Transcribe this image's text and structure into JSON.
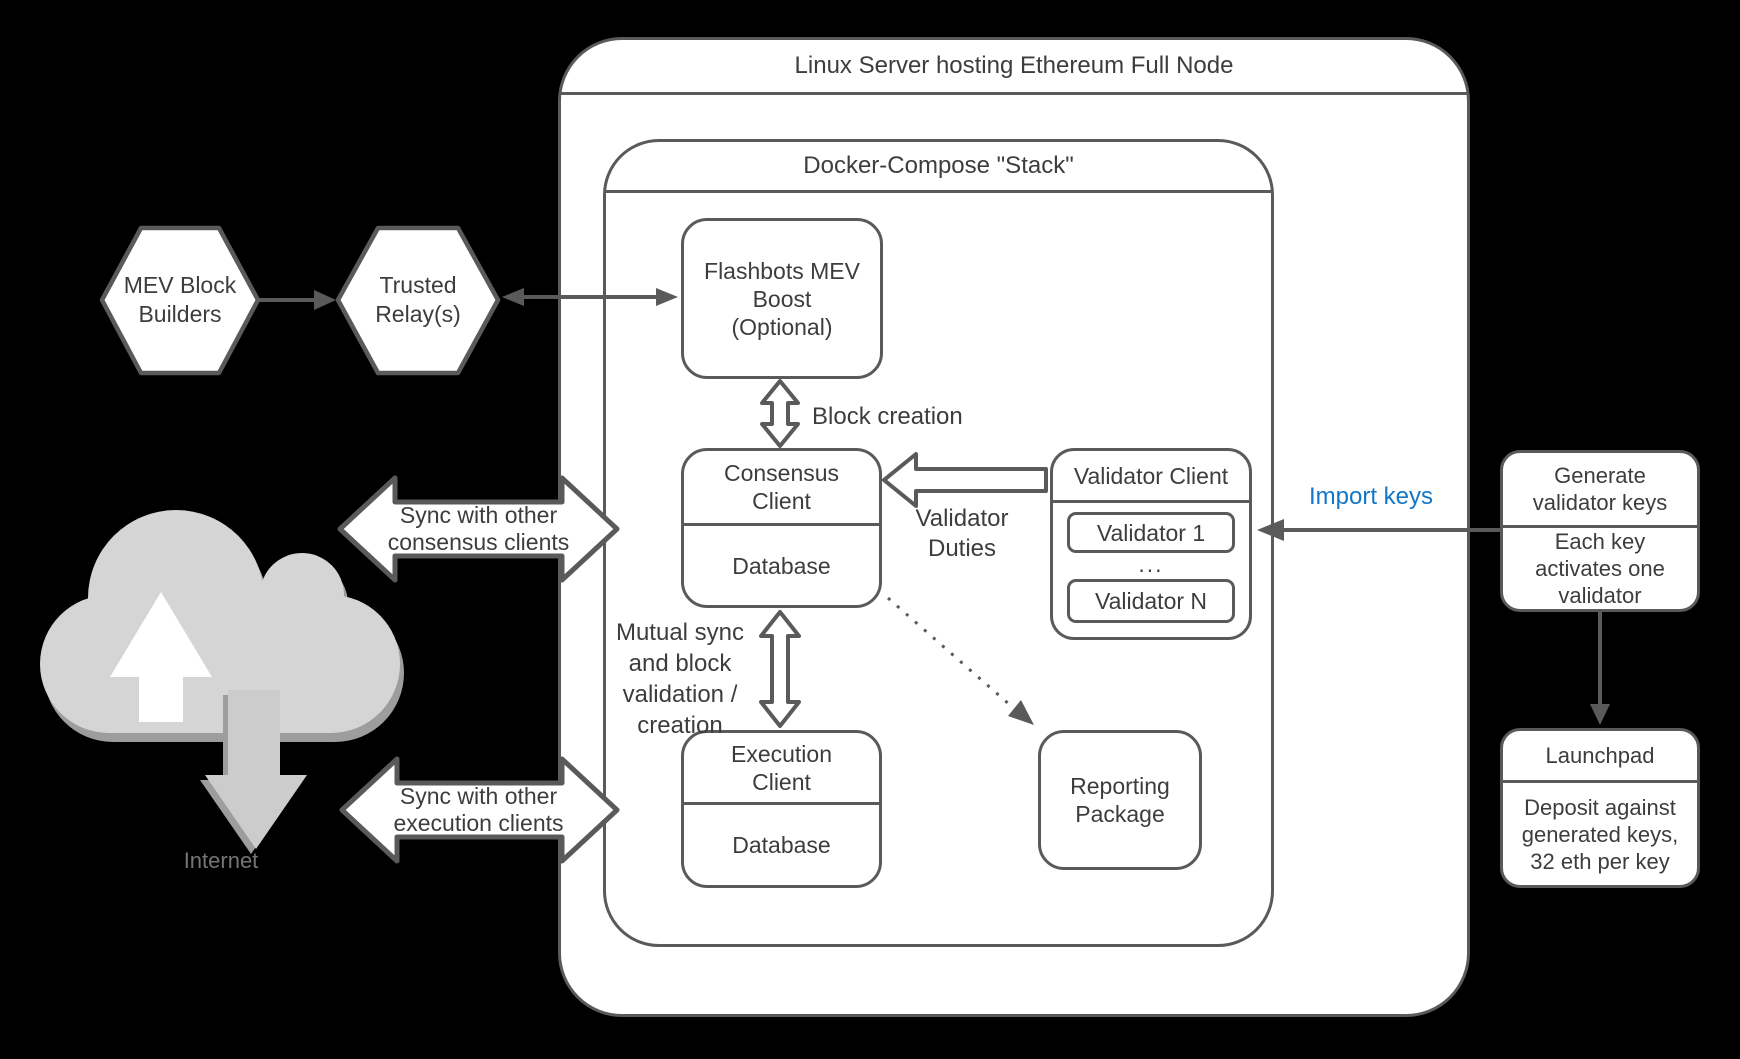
{
  "colors": {
    "background": "#000000",
    "stroke_gray": "#5a5a5a",
    "text_gray": "#3d3d3d",
    "accent_blue": "#1277c8",
    "cloud_gray": "#d5d5d5",
    "cloud_shadow_gray": "#9d9d9d"
  },
  "containers": {
    "server": {
      "title": "Linux Server hosting Ethereum Full Node"
    },
    "stack": {
      "title": "Docker-Compose \"Stack\""
    }
  },
  "nodes": {
    "mev_builders": {
      "lines": [
        "MEV Block",
        "Builders"
      ]
    },
    "trusted_relays": {
      "lines": [
        "Trusted",
        "Relay(s)"
      ]
    },
    "flashbots": {
      "lines": [
        "Flashbots MEV",
        "Boost",
        "(Optional)"
      ]
    },
    "consensus": {
      "title_lines": [
        "Consensus",
        "Client"
      ],
      "sub": "Database"
    },
    "execution": {
      "title_lines": [
        "Execution",
        "Client"
      ],
      "sub": "Database"
    },
    "validator_client": {
      "title": "Validator Client",
      "items": [
        "Validator 1",
        "...",
        "Validator N"
      ]
    },
    "reporting": {
      "lines": [
        "Reporting",
        "Package"
      ]
    },
    "generate_keys": {
      "title_lines": [
        "Generate",
        "validator keys"
      ],
      "body_lines": [
        "Each key",
        "activates one",
        "validator"
      ]
    },
    "launchpad": {
      "title": "Launchpad",
      "body_lines": [
        "Deposit against",
        "generated keys,",
        "32 eth per key"
      ]
    }
  },
  "labels": {
    "block_creation": "Block creation",
    "validator_duties_lines": [
      "Validator",
      "Duties"
    ],
    "import_keys": "Import keys",
    "mutual_sync_lines": [
      "Mutual sync",
      "and block",
      "validation /",
      "creation"
    ],
    "sync_consensus_lines": [
      "Sync with other",
      "consensus clients"
    ],
    "sync_execution_lines": [
      "Sync with other",
      "execution clients"
    ],
    "internet": "Internet"
  }
}
